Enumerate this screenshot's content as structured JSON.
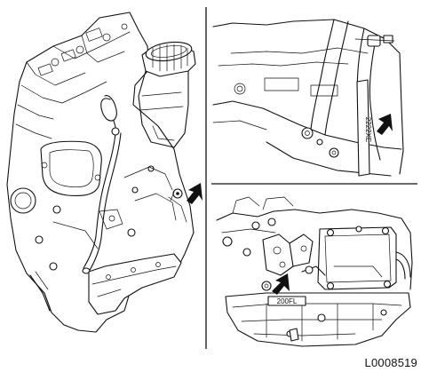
{
  "figure": {
    "reference_code": "L0008519",
    "dipstick_tube_markings": "2222XE",
    "detail_plate_label": "200FL"
  }
}
